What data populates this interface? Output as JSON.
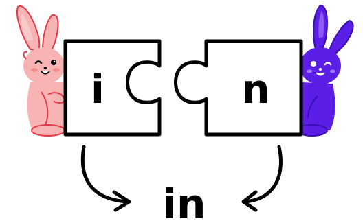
{
  "left_piece": {
    "letter": "i"
  },
  "right_piece": {
    "letter": "n"
  },
  "result": {
    "word": "in"
  },
  "colors": {
    "pink_bunny": "#f8b4b4",
    "pink_bunny_dark": "#e63946",
    "purple_bunny": "#5a1ee6",
    "purple_bunny_dark": "#3a0fb0",
    "outline": "#000000"
  },
  "icons": {
    "left_character": "pink-bunny-icon",
    "right_character": "purple-bunny-icon",
    "left_arrow": "curved-arrow-right-icon",
    "right_arrow": "curved-arrow-left-icon"
  }
}
